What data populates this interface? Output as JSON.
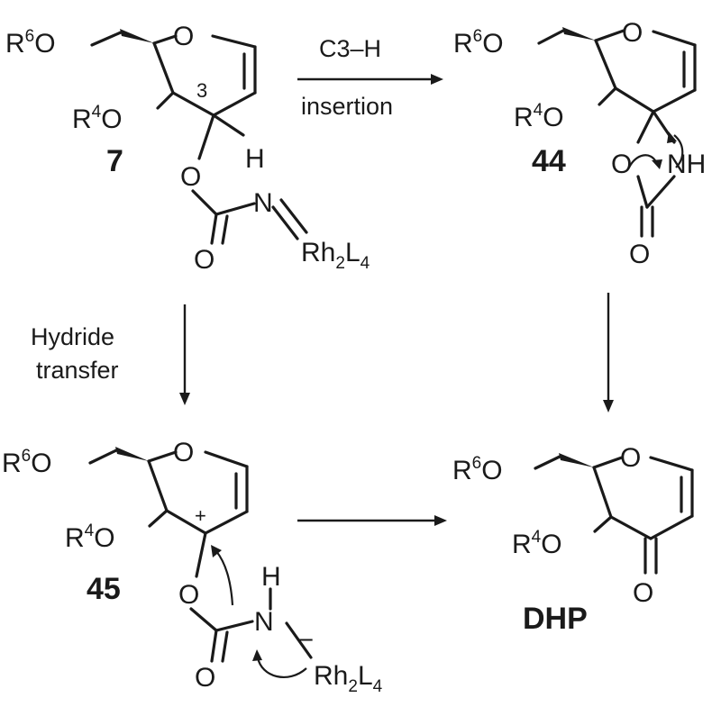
{
  "compounds": {
    "c7": {
      "label": "7",
      "r6": "R",
      "r6_sup": "6",
      "r6_o": "O",
      "r4": "R",
      "r4_sup": "4",
      "r4_o": "O",
      "ring_o": "O",
      "position": "3",
      "h": "H",
      "ester_o": "O",
      "n": "N",
      "carbonyl_o": "O",
      "rh": "Rh",
      "rh_sub": "2",
      "l": "L",
      "l_sub": "4"
    },
    "c44": {
      "label": "44",
      "r6": "R",
      "r6_sup": "6",
      "r6_o": "O",
      "r4": "R",
      "r4_sup": "4",
      "r4_o": "O",
      "ring_o": "O",
      "ring2_o": "O",
      "nh": "NH",
      "carbonyl_o": "O"
    },
    "c45": {
      "label": "45",
      "r6": "R",
      "r6_sup": "6",
      "r6_o": "O",
      "r4": "R",
      "r4_sup": "4",
      "r4_o": "O",
      "ring_o": "O",
      "plus": "+",
      "ester_o": "O",
      "h": "H",
      "n": "N",
      "minus": "–",
      "carbonyl_o": "O",
      "rh": "Rh",
      "rh_sub": "2",
      "l": "L",
      "l_sub": "4"
    },
    "dhp": {
      "label": "DHP",
      "r6": "R",
      "r6_sup": "6",
      "r6_o": "O",
      "r4": "R",
      "r4_sup": "4",
      "r4_o": "O",
      "ring_o": "O",
      "ketone_o": "O"
    }
  },
  "conditions": {
    "top_above": "C3–H",
    "top_below": "insertion",
    "left_line1": "Hydride",
    "left_line2": "transfer"
  }
}
